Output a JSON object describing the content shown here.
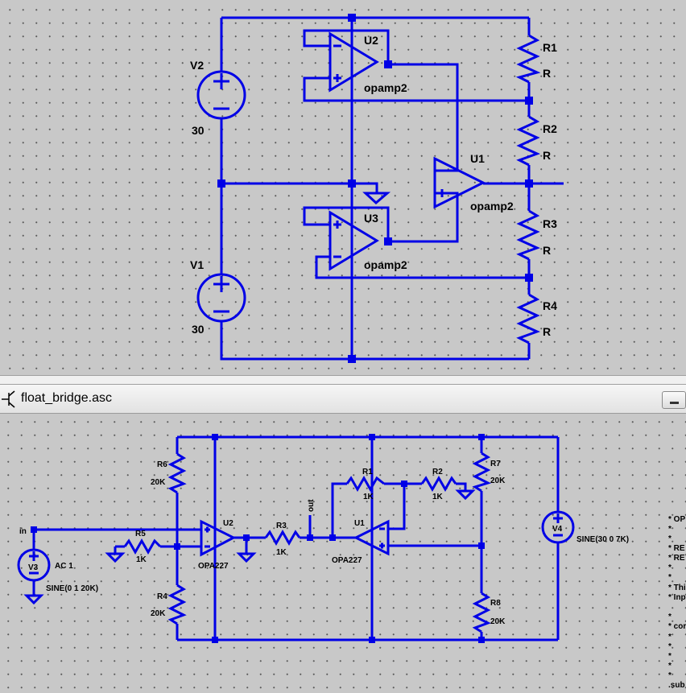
{
  "top_schematic": {
    "sources": [
      {
        "name": "V2",
        "value": "30"
      },
      {
        "name": "V1",
        "value": "30"
      }
    ],
    "opamps": [
      {
        "name": "U2",
        "model": "opamp2"
      },
      {
        "name": "U3",
        "model": "opamp2"
      },
      {
        "name": "U1",
        "model": "opamp2"
      }
    ],
    "resistors": [
      {
        "name": "R1",
        "value": "R"
      },
      {
        "name": "R2",
        "value": "R"
      },
      {
        "name": "R3",
        "value": "R"
      },
      {
        "name": "R4",
        "value": "R"
      }
    ]
  },
  "window": {
    "title": "float_bridge.asc"
  },
  "bottom_schematic": {
    "resistors": [
      {
        "name": "R6",
        "value": "20K"
      },
      {
        "name": "R4",
        "value": "20K"
      },
      {
        "name": "R5",
        "value": "1K"
      },
      {
        "name": "R3",
        "value": "1K"
      },
      {
        "name": "R1",
        "value": "1K"
      },
      {
        "name": "R2",
        "value": "1K"
      },
      {
        "name": "R7",
        "value": "20K"
      },
      {
        "name": "R8",
        "value": "20K"
      }
    ],
    "opamps": [
      {
        "name": "U2",
        "model": "OPA227"
      },
      {
        "name": "U1",
        "model": "OPA227"
      }
    ],
    "sources": [
      {
        "name": "V3",
        "line1": "AC 1",
        "line2": "SINE(0 1 20K)"
      },
      {
        "name": "V4",
        "line1": "SINE(30 0 7K)"
      }
    ],
    "net_labels": {
      "in": "in",
      "out": "out"
    },
    "netlist_fragments": [
      "* OP",
      "*",
      "*",
      "* RE",
      "* RE",
      "*",
      "*",
      "* Thi",
      "* Inp",
      "*",
      "* cor",
      "*",
      "*",
      "*",
      "*",
      "*",
      ".sub"
    ]
  }
}
